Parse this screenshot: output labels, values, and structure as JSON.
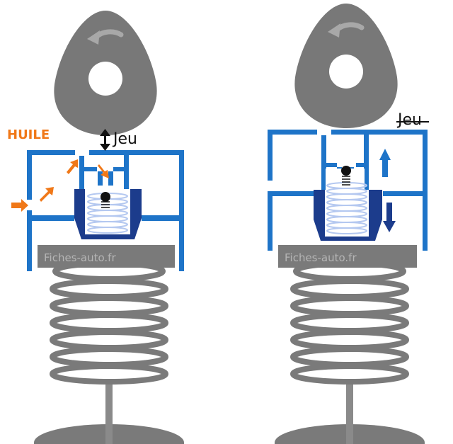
{
  "labels": {
    "oil": "HUILE",
    "gap_left": "Jeu",
    "gap_right": "Jeu"
  },
  "watermark": "Fiches-auto.fr",
  "colors": {
    "cam": "#787878",
    "body_blue": "#1e74c8",
    "piston_dark": "#1c3c8c",
    "spring_light": "#b4c8f0",
    "oil_orange": "#f07818",
    "valve_gray": "#7a7a7a"
  },
  "icons": [
    "rotation-arrow-icon",
    "double-arrow-icon",
    "up-arrow-icon",
    "down-arrow-icon",
    "oil-flow-arrow-icon"
  ]
}
